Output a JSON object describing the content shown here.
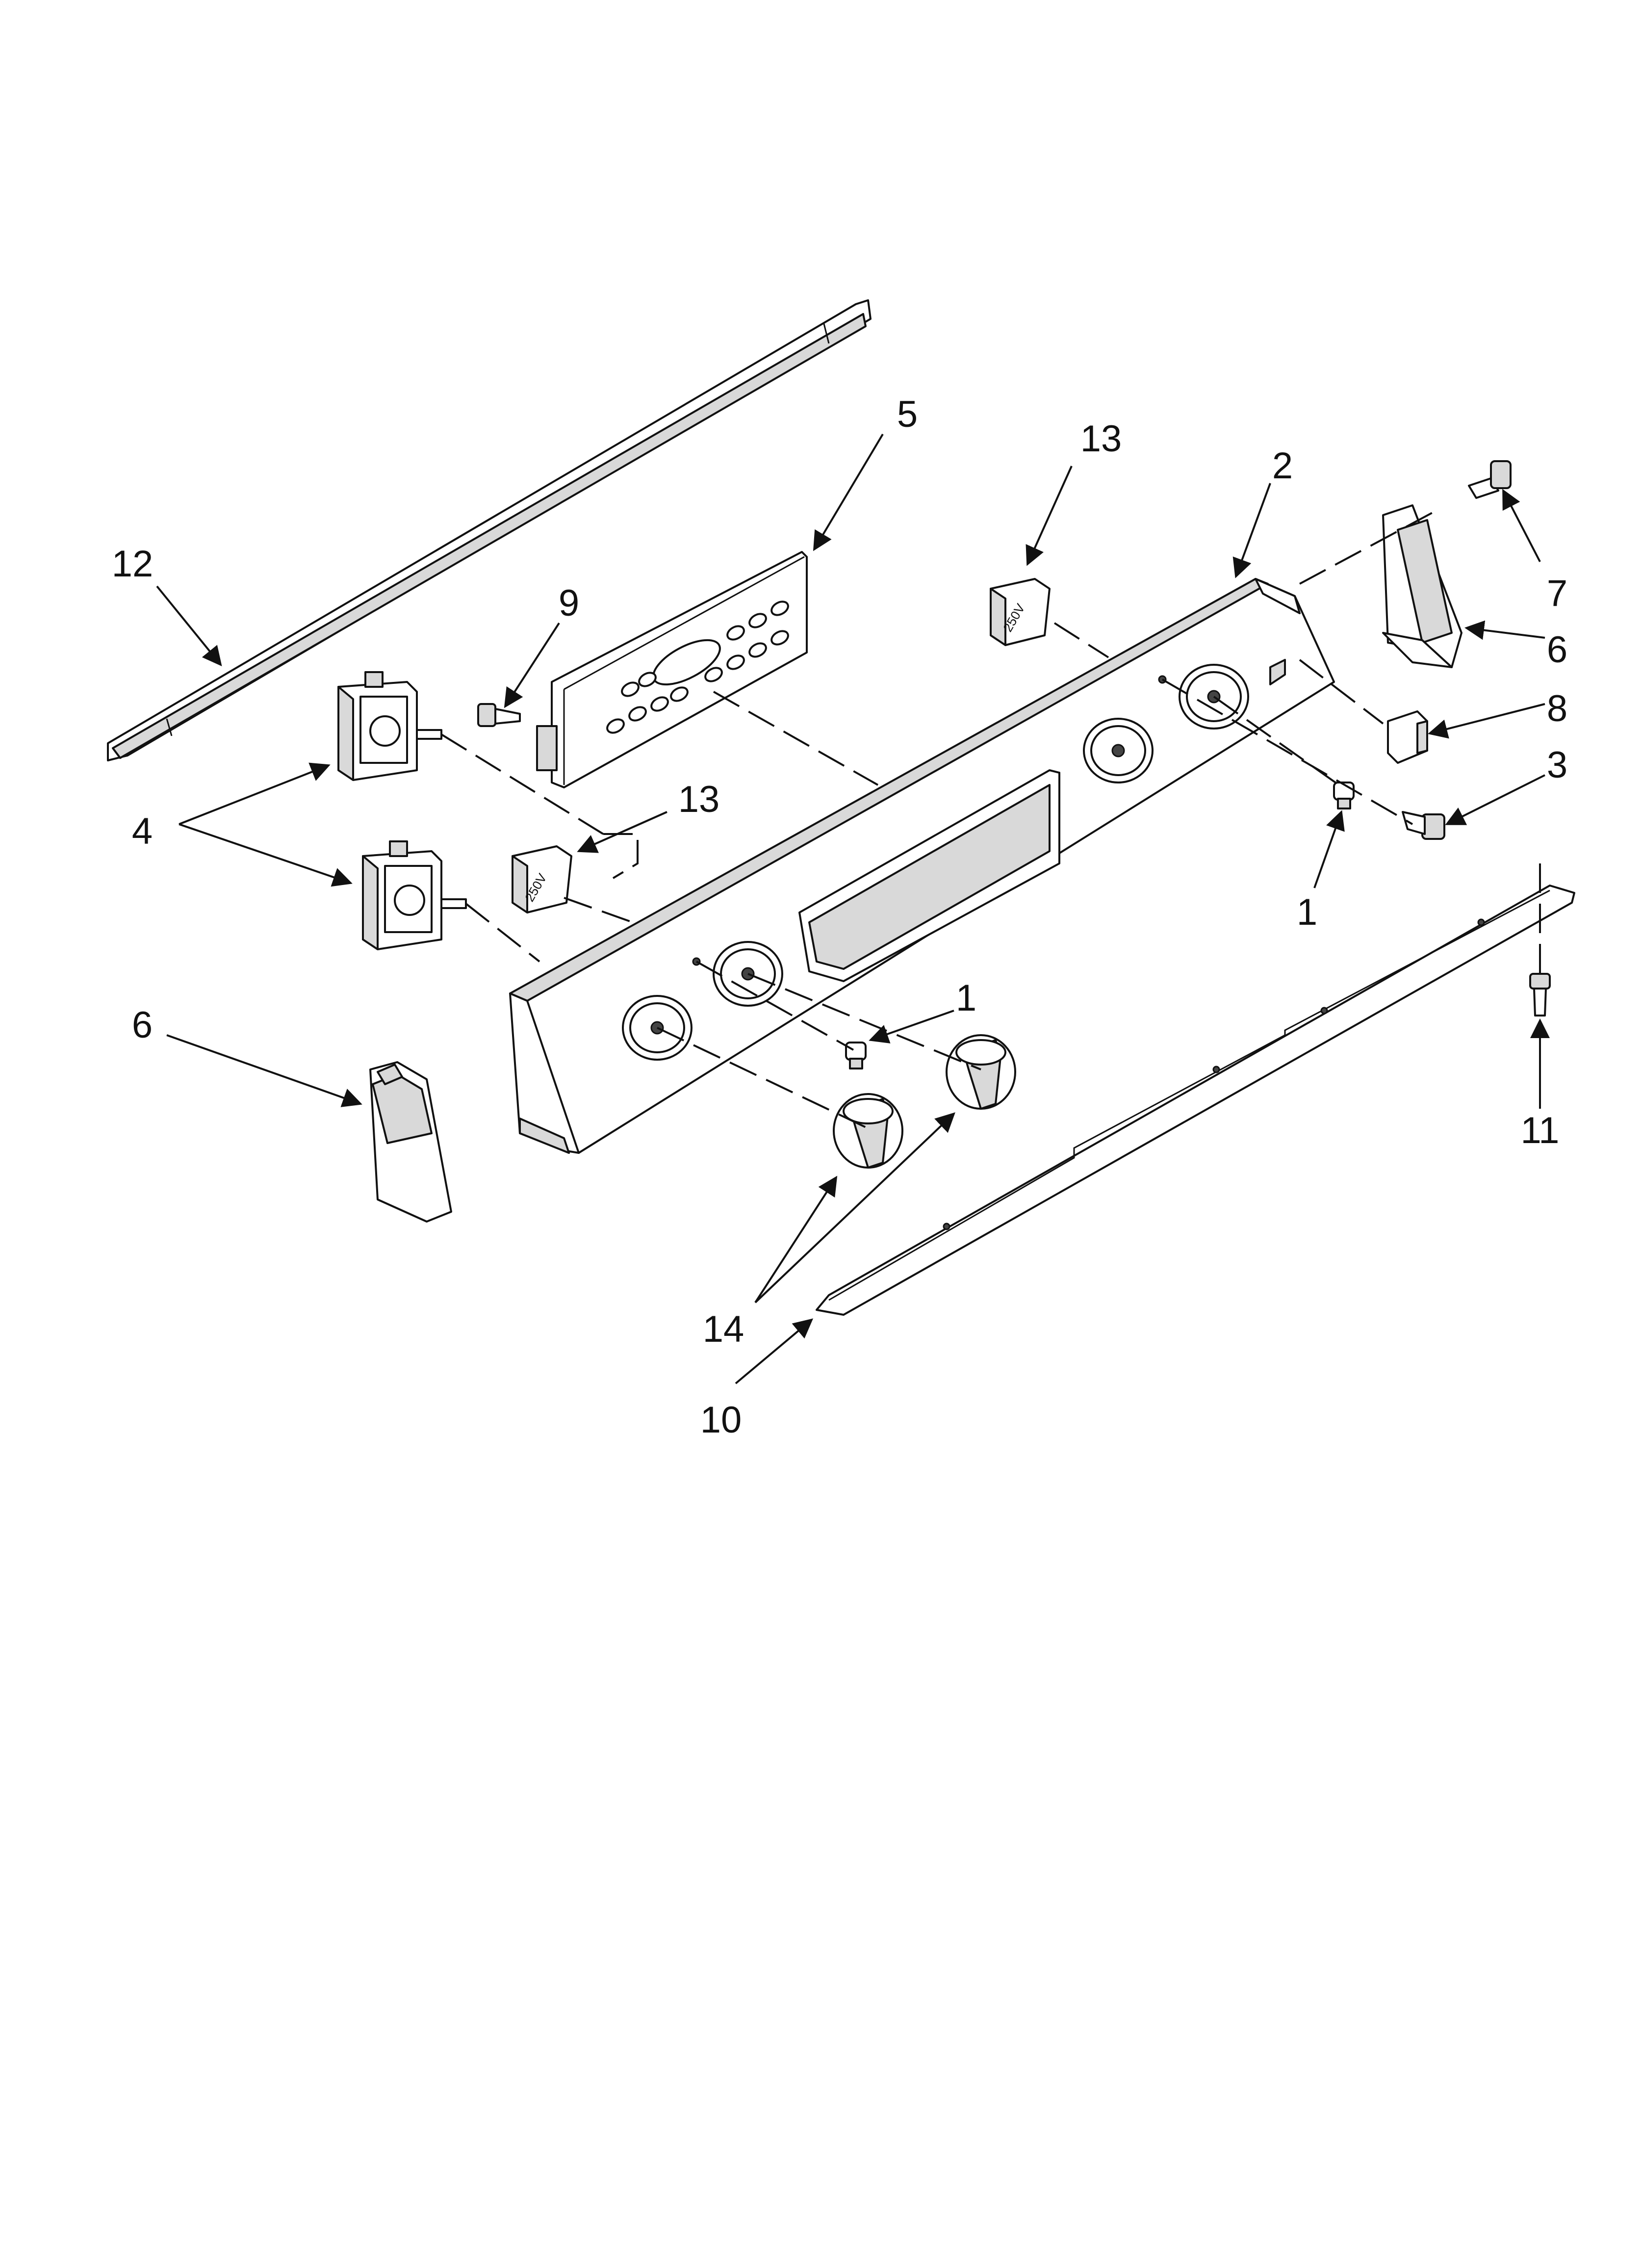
{
  "diagram": {
    "callouts": {
      "c1a": "1",
      "c1b": "1",
      "c2": "2",
      "c3": "3",
      "c4": "4",
      "c5": "5",
      "c6a": "6",
      "c6b": "6",
      "c7": "7",
      "c8": "8",
      "c9": "9",
      "c10": "10",
      "c11": "11",
      "c12": "12",
      "c13a": "13",
      "c13b": "13",
      "c14": "14"
    },
    "switch_marking": "250V"
  }
}
